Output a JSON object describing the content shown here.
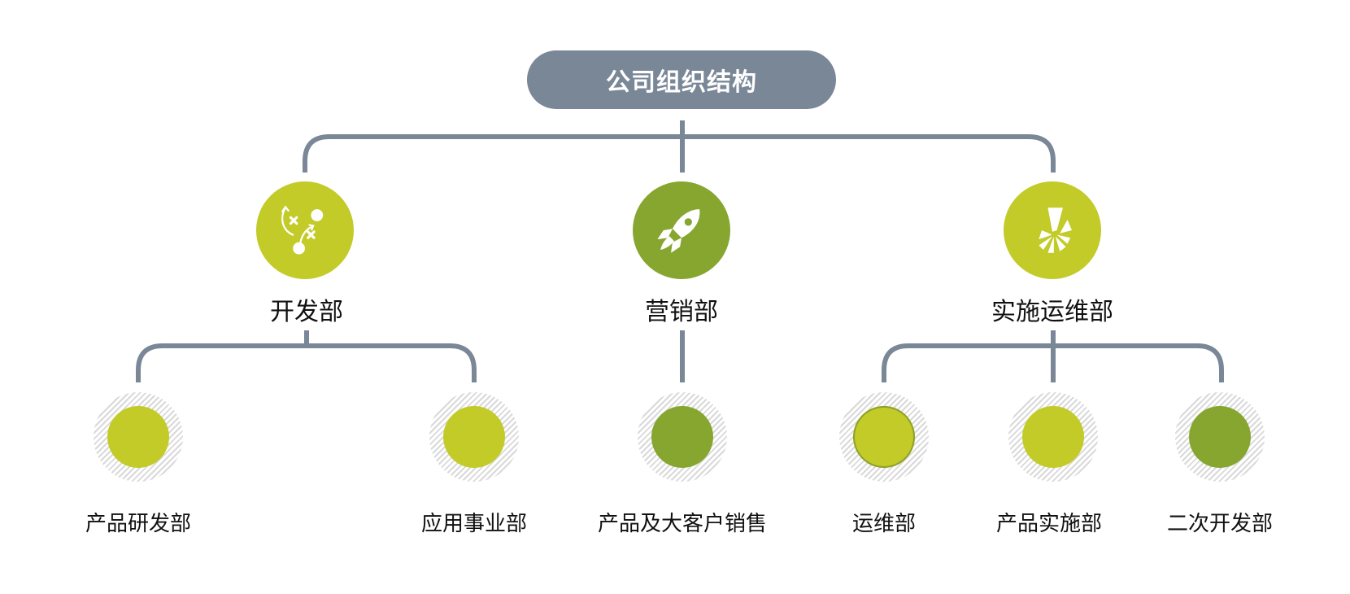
{
  "title": "公司组织结构",
  "colors": {
    "connector": "#7a8797",
    "lime": "#c2cb27",
    "green": "#86a630",
    "ring_hatch": "#d9d9d9",
    "title_bg": "#7a8797"
  },
  "departments": [
    {
      "label": "开发部",
      "icon": "strategy-play-icon",
      "color": "#c2cb27",
      "subs": [
        {
          "label": "产品研发部",
          "color": "#c2cb27"
        },
        {
          "label": "应用事业部",
          "color": "#c2cb27"
        }
      ]
    },
    {
      "label": "营销部",
      "icon": "rocket-icon",
      "color": "#86a630",
      "subs": [
        {
          "label": "产品及大客户销售",
          "color": "#86a630"
        }
      ]
    },
    {
      "label": "实施运维部",
      "icon": "radial-fan-icon",
      "color": "#c2cb27",
      "subs": [
        {
          "label": "运维部",
          "color": "#c2cb27"
        },
        {
          "label": "产品实施部",
          "color": "#c2cb27"
        },
        {
          "label": "二次开发部",
          "color": "#86a630"
        }
      ]
    }
  ]
}
